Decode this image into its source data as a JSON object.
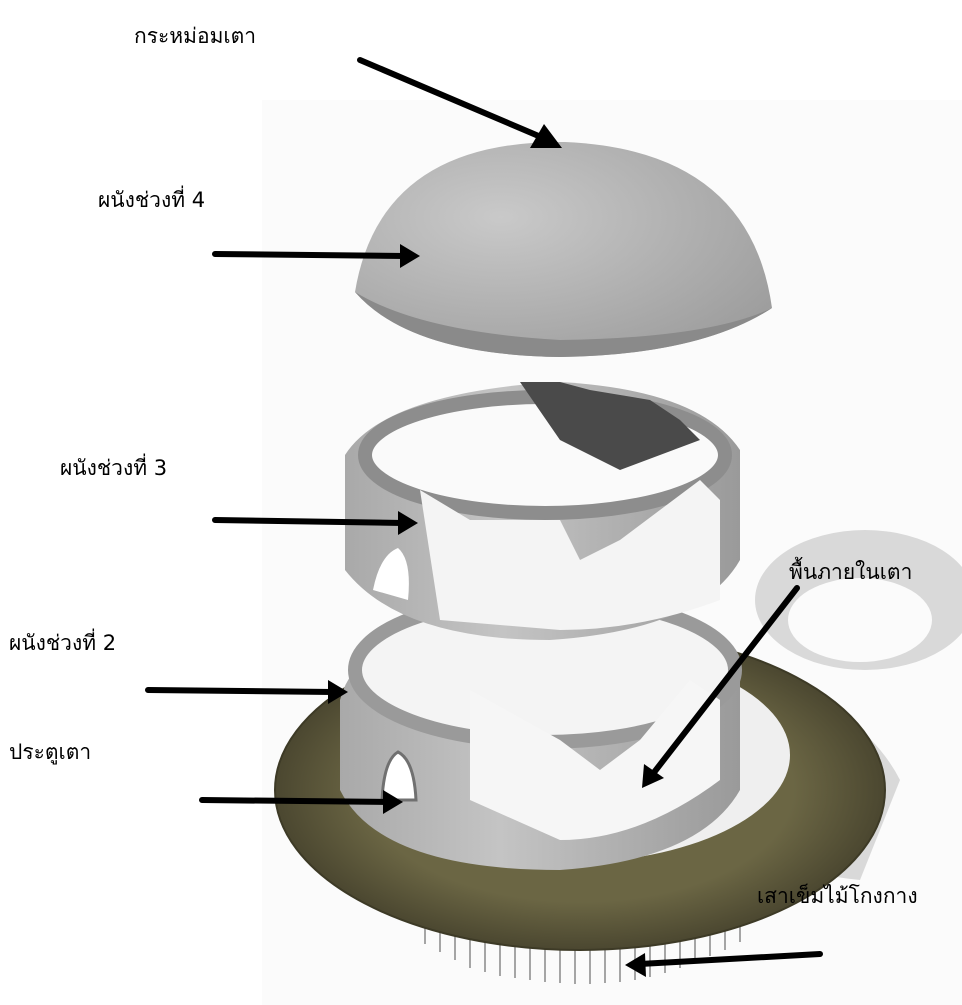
{
  "labels": {
    "cover": "กระหม่อมเตา",
    "wall4": "ผนังช่วงที่ 4",
    "wall3": "ผนังช่วงที่ 3",
    "wall2": "ผนังช่วงที่ 2",
    "door": "ประตูเตา",
    "floor": "พื้นภายในเตา",
    "piles": "เสาเข็มไม้โกงกาง"
  },
  "colors": {
    "concrete": "#b8b8b8",
    "concrete_dark": "#8f8f8f",
    "base_ring": "#5e5a3c",
    "shadow": "#dcdcdc",
    "arrow": "#000000"
  }
}
